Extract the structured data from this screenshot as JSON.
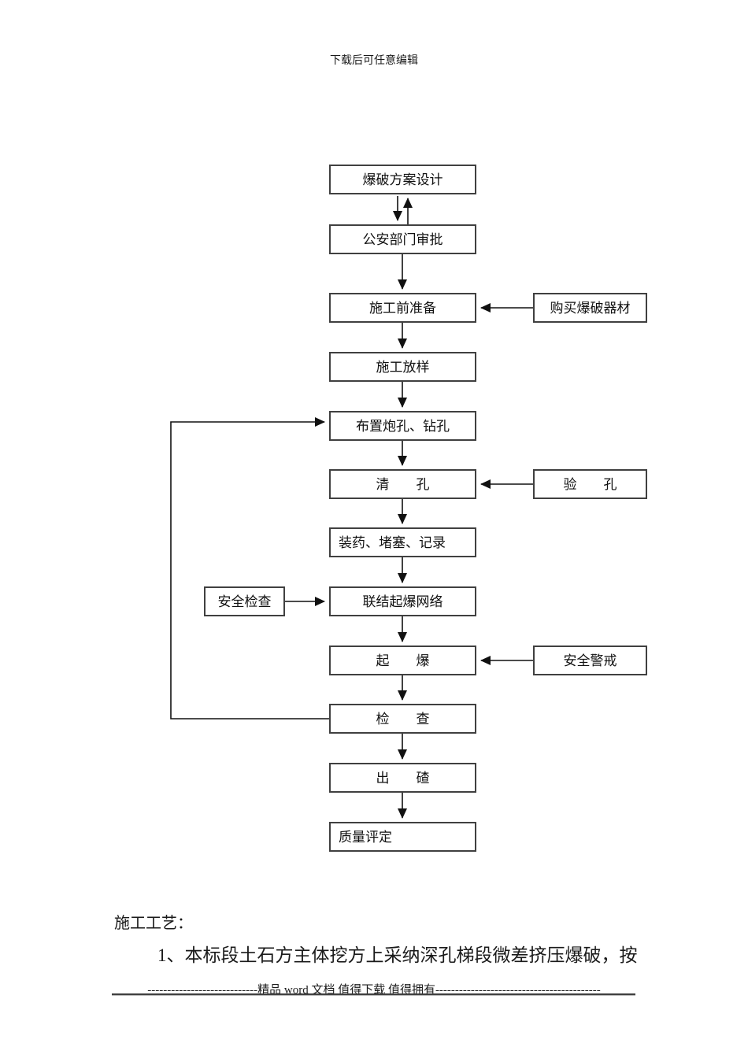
{
  "page": {
    "header_note": "下载后可任意编辑",
    "footer_note": "----------------------------精品 word 文档 值得下载 值得拥有------------------------------------------",
    "ink_color": "#1a1a1a",
    "box_border_color": "#404040",
    "connector_color": "#111111"
  },
  "flowchart": {
    "main_steps": [
      {
        "label": "爆破方案设计"
      },
      {
        "label": "公安部门审批"
      },
      {
        "label": "施工前准备"
      },
      {
        "label": "施工放样"
      },
      {
        "label": "布置炮孔、钻孔"
      },
      {
        "label": "清　　孔"
      },
      {
        "label": "装药、堵塞、记录"
      },
      {
        "label": "联结起爆网络"
      },
      {
        "label": "起　　爆"
      },
      {
        "label": "检　　查"
      },
      {
        "label": "出　　碴"
      },
      {
        "label": "质量评定"
      }
    ],
    "right_boxes": [
      {
        "label": "购买爆破器材"
      },
      {
        "label": "验　　孔"
      },
      {
        "label": "安全警戒"
      }
    ],
    "left_boxes": [
      {
        "label": "安全检查"
      }
    ]
  },
  "body": {
    "heading": "施工工艺：",
    "paragraph": "1、本标段土石方主体挖方上采纳深孔梯段微差挤压爆破，按"
  }
}
